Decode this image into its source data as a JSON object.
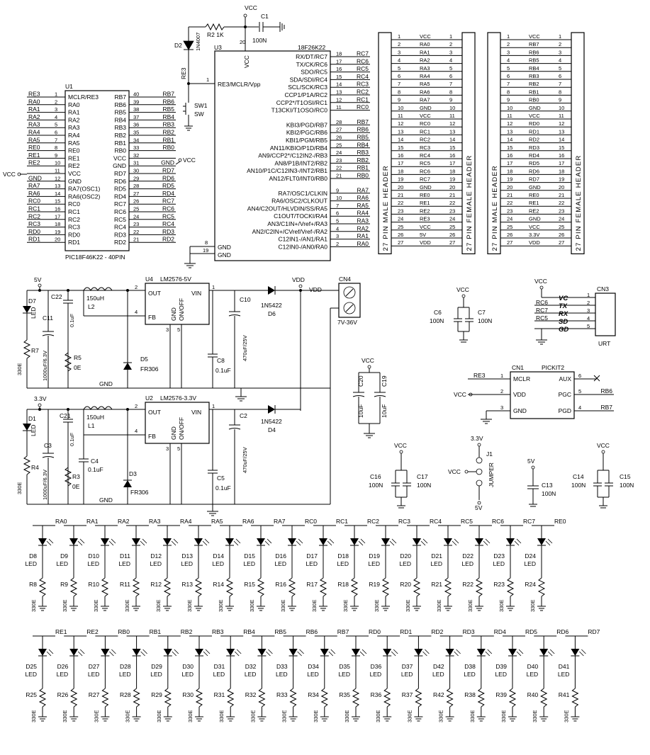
{
  "u1": {
    "ref": "U1",
    "name": "PIC18F46K22 - 40PIN",
    "left_pins": [
      {
        "num": "1",
        "name": "MCLR/RE3",
        "net": "RE3"
      },
      {
        "num": "2",
        "name": "RA0",
        "net": "RA0"
      },
      {
        "num": "3",
        "name": "RA1",
        "net": "RA1"
      },
      {
        "num": "4",
        "name": "RA2",
        "net": "RA2"
      },
      {
        "num": "5",
        "name": "RA3",
        "net": "RA3"
      },
      {
        "num": "6",
        "name": "RA4",
        "net": "RA4"
      },
      {
        "num": "7",
        "name": "RA5",
        "net": "RA5"
      },
      {
        "num": "8",
        "name": "RE0",
        "net": "RE0"
      },
      {
        "num": "9",
        "name": "RE1",
        "net": "RE1"
      },
      {
        "num": "10",
        "name": "RE2",
        "net": "RE2"
      },
      {
        "num": "11",
        "name": "VCC",
        "net": ""
      },
      {
        "num": "12",
        "name": "GND",
        "net": "GND"
      },
      {
        "num": "13",
        "name": "RA7(OSC1)",
        "net": "RA7"
      },
      {
        "num": "14",
        "name": "RA6(OSC2)",
        "net": "RA6"
      },
      {
        "num": "15",
        "name": "RC0",
        "net": "RC0"
      },
      {
        "num": "16",
        "name": "RC1",
        "net": "RC1"
      },
      {
        "num": "17",
        "name": "RC2",
        "net": "RC2"
      },
      {
        "num": "18",
        "name": "RC3",
        "net": "RC3"
      },
      {
        "num": "19",
        "name": "RD0",
        "net": "RD0"
      },
      {
        "num": "20",
        "name": "RD1",
        "net": "RD1"
      }
    ],
    "right_pins": [
      {
        "num": "40",
        "name": "RB7",
        "net": "RB7"
      },
      {
        "num": "39",
        "name": "RB6",
        "net": "RB6"
      },
      {
        "num": "38",
        "name": "RB5",
        "net": "RB5"
      },
      {
        "num": "37",
        "name": "RB4",
        "net": "RB4"
      },
      {
        "num": "36",
        "name": "RB3",
        "net": "RB3"
      },
      {
        "num": "35",
        "name": "RB2",
        "net": "RB2"
      },
      {
        "num": "34",
        "name": "RB1",
        "net": "RB1"
      },
      {
        "num": "33",
        "name": "RB0",
        "net": "RB0"
      },
      {
        "num": "32",
        "name": "VCC",
        "net": ""
      },
      {
        "num": "31",
        "name": "GND",
        "net": "GND"
      },
      {
        "num": "30",
        "name": "RD7",
        "net": "RD7"
      },
      {
        "num": "29",
        "name": "RD6",
        "net": "RD6"
      },
      {
        "num": "28",
        "name": "RD5",
        "net": "RD5"
      },
      {
        "num": "27",
        "name": "RD4",
        "net": "RD4"
      },
      {
        "num": "26",
        "name": "RC7",
        "net": "RC7"
      },
      {
        "num": "25",
        "name": "RC6",
        "net": "RC6"
      },
      {
        "num": "24",
        "name": "RC5",
        "net": "RC5"
      },
      {
        "num": "23",
        "name": "RC4",
        "net": "RC4"
      },
      {
        "num": "22",
        "name": "RD3",
        "net": "RD3"
      },
      {
        "num": "21",
        "name": "RD2",
        "net": "RD2"
      }
    ],
    "vcc_left": "VCC",
    "vcc_right": "VCC"
  },
  "u3": {
    "ref": "U3",
    "name": "18F26K22",
    "vcc_label": "VCC",
    "vcc_pin": "20",
    "re3_net": "RE3",
    "mclr_pin": "1",
    "mclr_label": "RE3/MCLR/Vpp",
    "gnd_pins": [
      {
        "num": "8",
        "name": "GND"
      },
      {
        "num": "19",
        "name": "GND"
      }
    ],
    "right_pins": [
      {
        "num": "18",
        "name": "RX/DT/RC7",
        "net": "RC7"
      },
      {
        "num": "17",
        "name": "TX/CK/RC6",
        "net": "RC6"
      },
      {
        "num": "16",
        "name": "SDO/RC5",
        "net": "RC5"
      },
      {
        "num": "15",
        "name": "SDA/SDI/RC4",
        "net": "RC4"
      },
      {
        "num": "14",
        "name": "SCL/SCK/RC3",
        "net": "RC3"
      },
      {
        "num": "13",
        "name": "CCP1/P1A/RC2",
        "net": "RC2"
      },
      {
        "num": "12",
        "name": "CCP2*/T1OSI/RC1",
        "net": "RC1"
      },
      {
        "num": "11",
        "name": "T13CKI/T1OSO/RC0",
        "net": "RC0"
      },
      {
        "num": "28",
        "name": "KBI3/PGD/RB7",
        "net": "RB7"
      },
      {
        "num": "27",
        "name": "KBI2/PGC/RB6",
        "net": "RB6"
      },
      {
        "num": "26",
        "name": "KBI1/PGM/RB5",
        "net": "RB5"
      },
      {
        "num": "25",
        "name": "AN11/KBIO/P1D/RB4",
        "net": "RB4"
      },
      {
        "num": "24",
        "name": "AN9/CCP2*/C12IN2-/RB3",
        "net": "RB3"
      },
      {
        "num": "23",
        "name": "AN8/P1B/INT2/RB2",
        "net": "RB2"
      },
      {
        "num": "22",
        "name": "AN10/P1C/C12IN3-/INT2/RB1",
        "net": "RB1"
      },
      {
        "num": "21",
        "name": "AN12/FLT0/INT0/RB0",
        "net": "RB0"
      },
      {
        "num": "9",
        "name": "RA7/OSC1/CLKIN",
        "net": "RA7"
      },
      {
        "num": "10",
        "name": "RA6/OSC2/CLKOUT",
        "net": "RA6"
      },
      {
        "num": "7",
        "name": "AN4/C2OUT/HLVDIN/SS/RA5",
        "net": "RA5"
      },
      {
        "num": "6",
        "name": "C1OUT/TOCKI/RA4",
        "net": "RA4"
      },
      {
        "num": "5",
        "name": "AN3/C1IN+/Vref+/RA3",
        "net": "RA3"
      },
      {
        "num": "4",
        "name": "AN2/C2IN+/CVref/Vref-/RA2",
        "net": "RA2"
      },
      {
        "num": "3",
        "name": "C12IN1-/AN1/RA1",
        "net": "RA1"
      },
      {
        "num": "2",
        "name": "C12IN0-/AN0/RA0",
        "net": "RA0"
      }
    ],
    "r2": "R2 1K",
    "d2": "D2",
    "d2_part": "1N4007",
    "c1": "C1",
    "c1_val": "100N",
    "sw_ref": "SW1",
    "sw_label": "SW",
    "re3_side": "RE3"
  },
  "header_male_1": {
    "label": "27 PIN MALE HEADER",
    "label_f": "27 PIN FEMALE HEADER",
    "rows": [
      [
        "1",
        "VCC",
        "1"
      ],
      [
        "2",
        "RA0",
        "2"
      ],
      [
        "3",
        "RA1",
        "3"
      ],
      [
        "4",
        "RA2",
        "4"
      ],
      [
        "5",
        "RA3",
        "5"
      ],
      [
        "6",
        "RA4",
        "6"
      ],
      [
        "7",
        "RA5",
        "7"
      ],
      [
        "8",
        "RA6",
        "8"
      ],
      [
        "9",
        "RA7",
        "9"
      ],
      [
        "10",
        "GND",
        "10"
      ],
      [
        "11",
        "VCC",
        "11"
      ],
      [
        "12",
        "RC0",
        "12"
      ],
      [
        "13",
        "RC1",
        "13"
      ],
      [
        "14",
        "RC2",
        "14"
      ],
      [
        "15",
        "RC3",
        "15"
      ],
      [
        "16",
        "RC4",
        "16"
      ],
      [
        "17",
        "RC5",
        "17"
      ],
      [
        "18",
        "RC6",
        "18"
      ],
      [
        "19",
        "RC7",
        "19"
      ],
      [
        "20",
        "GND",
        "20"
      ],
      [
        "21",
        "RE0",
        "21"
      ],
      [
        "22",
        "RE1",
        "22"
      ],
      [
        "23",
        "RE2",
        "23"
      ],
      [
        "24",
        "RE3",
        "24"
      ],
      [
        "25",
        "VCC",
        "25"
      ],
      [
        "26",
        "5V",
        "26"
      ],
      [
        "27",
        "VDD",
        "27"
      ]
    ]
  },
  "header_male_2": {
    "label": "27 PIN MALE HEADER",
    "label_f": "27 PIN FEMALE HEADER",
    "rows": [
      [
        "1",
        "VCC",
        "1"
      ],
      [
        "2",
        "RB7",
        "2"
      ],
      [
        "3",
        "RB6",
        "3"
      ],
      [
        "4",
        "RB5",
        "4"
      ],
      [
        "5",
        "RB4",
        "5"
      ],
      [
        "6",
        "RB3",
        "6"
      ],
      [
        "7",
        "RB2",
        "7"
      ],
      [
        "8",
        "RB1",
        "8"
      ],
      [
        "9",
        "RB0",
        "9"
      ],
      [
        "10",
        "GND",
        "10"
      ],
      [
        "11",
        "VCC",
        "11"
      ],
      [
        "12",
        "RD0",
        "12"
      ],
      [
        "13",
        "RD1",
        "13"
      ],
      [
        "14",
        "RD2",
        "14"
      ],
      [
        "15",
        "RD3",
        "15"
      ],
      [
        "16",
        "RD4",
        "16"
      ],
      [
        "17",
        "RD5",
        "17"
      ],
      [
        "18",
        "RD6",
        "18"
      ],
      [
        "19",
        "RD7",
        "19"
      ],
      [
        "20",
        "GND",
        "20"
      ],
      [
        "21",
        "RE0",
        "21"
      ],
      [
        "22",
        "RE1",
        "22"
      ],
      [
        "23",
        "RE2",
        "23"
      ],
      [
        "24",
        "GND",
        "24"
      ],
      [
        "25",
        "VCC",
        "25"
      ],
      [
        "26",
        "3.3V",
        "26"
      ],
      [
        "27",
        "VDD",
        "27"
      ]
    ]
  },
  "psu5": {
    "rail": "5V",
    "reg_ref": "U4",
    "reg_name": "LM2576-5V",
    "out": "OUT",
    "vin": "VIN",
    "fb": "FB",
    "gnd": "GND",
    "onoff": "ON/OFF",
    "pin1": "1",
    "pin2": "2",
    "pin3": "3",
    "pin4": "4",
    "pin5": "5",
    "l_val": "150uH",
    "l_ref": "L2",
    "c22": "C22",
    "c22_val": "0.1uF",
    "c11": "C11",
    "c11_val": "1000uF/6.3V",
    "d7": "D7",
    "d7_type": "LED",
    "r7": "R7",
    "r7_val": "330E",
    "r5": "R5",
    "r5_val": "0E",
    "d5": "D5",
    "d5_part": "FR306",
    "c8": "C8",
    "c8_val": "0.1uF",
    "c10": "C10",
    "c10_val": "470uF/25V",
    "d6": "D6",
    "d6_part": "1N5422",
    "vdd1": "VDD",
    "vdd2": "VDD",
    "cn4": "CN4",
    "cn4_val": "7V-36V",
    "gnd_label": "GND"
  },
  "psu33": {
    "rail": "3.3V",
    "reg_ref": "U2",
    "reg_name": "LM2576-3.3V",
    "out": "OUT",
    "vin": "VIN",
    "fb": "FB",
    "gnd": "GND",
    "onoff": "ON/OFF",
    "pin1": "1",
    "pin2": "2",
    "pin3": "3",
    "pin4": "4",
    "pin5": "5",
    "l_val": "150uH",
    "l_ref": "L1",
    "c21": "C21",
    "c21_val": "0.1uF",
    "c3": "C3",
    "c3_val": "1000uF/6.3V",
    "d1": "D1",
    "d1_type": "LED",
    "r4": "R4",
    "r4_val": "330E",
    "r3": "R3",
    "r3_val": "0E",
    "c4": "C4",
    "c4_val": "0.1uF",
    "d3": "D3",
    "d3_part": "FR306",
    "c5": "C5",
    "c5_val": "0.1uF",
    "c2": "C2",
    "c2_val": "470uF/25V",
    "d4": "D4",
    "d4_part": "1N5422",
    "gnd_label": "GND"
  },
  "decoup": {
    "c6_7": {
      "vcc": "VCC",
      "c6": "C6",
      "c7": "C7",
      "v6": "100N",
      "v7": "100N"
    },
    "c20_19": {
      "vcc": "VCC",
      "c20": "C20",
      "c19": "C19",
      "v20": "10uF",
      "v19": "10uF"
    },
    "c16_17": {
      "vcc": "VCC",
      "c16": "C16",
      "c17": "C17",
      "v16": "100N",
      "v17": "100N"
    },
    "c13": {
      "rail": "5V",
      "ref": "C13",
      "val": "100N"
    },
    "c14_15": {
      "vcc": "VCC",
      "c14": "C14",
      "c15": "C15",
      "v14": "100N",
      "v15": "100N"
    }
  },
  "cn3": {
    "ref": "CN3",
    "vcc": "VCC",
    "name": "URT",
    "pins": [
      {
        "num": "1",
        "label": "VC",
        "net": ""
      },
      {
        "num": "2",
        "label": "TX",
        "net": "RC6"
      },
      {
        "num": "3",
        "label": "RX",
        "net": "RC7"
      },
      {
        "num": "4",
        "label": "SD",
        "net": "RC5"
      },
      {
        "num": "5",
        "label": "GD",
        "net": ""
      }
    ]
  },
  "cn1": {
    "ref": "CN1",
    "name": "PICKIT2",
    "left": [
      {
        "num": "1",
        "name": "MCLR",
        "net": "RE3"
      },
      {
        "num": "2",
        "name": "VDD",
        "net": "VCC"
      },
      {
        "num": "3",
        "name": "GND",
        "net": ""
      }
    ],
    "right": [
      {
        "num": "6",
        "name": "AUX",
        "net": ""
      },
      {
        "num": "5",
        "name": "PGC",
        "net": "RB6"
      },
      {
        "num": "4",
        "name": "PGD",
        "net": "RB7"
      }
    ]
  },
  "j1": {
    "ref": "J1",
    "name": "JUMPER",
    "top": "3.3V",
    "mid": "VCC",
    "bot": "5V"
  },
  "leds_row1": [
    {
      "net": "RA0",
      "d": "D8",
      "r": "R8"
    },
    {
      "net": "RA1",
      "d": "D9",
      "r": "R9"
    },
    {
      "net": "RA2",
      "d": "D10",
      "r": "R10"
    },
    {
      "net": "RA3",
      "d": "D11",
      "r": "R11"
    },
    {
      "net": "RA4",
      "d": "D12",
      "r": "R12"
    },
    {
      "net": "RA5",
      "d": "D13",
      "r": "R13"
    },
    {
      "net": "RA6",
      "d": "D14",
      "r": "R14"
    },
    {
      "net": "RA7",
      "d": "D15",
      "r": "R15"
    },
    {
      "net": "RC0",
      "d": "D16",
      "r": "R16"
    },
    {
      "net": "RC1",
      "d": "D17",
      "r": "R17"
    },
    {
      "net": "RC2",
      "d": "D18",
      "r": "R18"
    },
    {
      "net": "RC3",
      "d": "D19",
      "r": "R19"
    },
    {
      "net": "RC4",
      "d": "D20",
      "r": "R20"
    },
    {
      "net": "RC5",
      "d": "D21",
      "r": "R21"
    },
    {
      "net": "RC6",
      "d": "D22",
      "r": "R22"
    },
    {
      "net": "RC7",
      "d": "D23",
      "r": "R23"
    },
    {
      "net": "RE0",
      "d": "D24",
      "r": "R24"
    }
  ],
  "leds_row2": [
    {
      "net": "RE1",
      "d": "D25",
      "r": "R25"
    },
    {
      "net": "RE2",
      "d": "D26",
      "r": "R26"
    },
    {
      "net": "RB0",
      "d": "D27",
      "r": "R27"
    },
    {
      "net": "RB1",
      "d": "D28",
      "r": "R28"
    },
    {
      "net": "RB2",
      "d": "D29",
      "r": "R29"
    },
    {
      "net": "RB3",
      "d": "D30",
      "r": "R30"
    },
    {
      "net": "RB4",
      "d": "D31",
      "r": "R31"
    },
    {
      "net": "RB5",
      "d": "D32",
      "r": "R32"
    },
    {
      "net": "RB6",
      "d": "D33",
      "r": "R33"
    },
    {
      "net": "RB7",
      "d": "D34",
      "r": "R34"
    },
    {
      "net": "RD0",
      "d": "D35",
      "r": "R35"
    },
    {
      "net": "RD1",
      "d": "D36",
      "r": "R36"
    },
    {
      "net": "RD2",
      "d": "D37",
      "r": "R37"
    },
    {
      "net": "RD3",
      "d": "D42",
      "r": "R42"
    },
    {
      "net": "RD4",
      "d": "D38",
      "r": "R38"
    },
    {
      "net": "RD5",
      "d": "D39",
      "r": "R39"
    },
    {
      "net": "RD6",
      "d": "D40",
      "r": "R40"
    },
    {
      "net": "RD7",
      "d": "D41",
      "r": "R41"
    }
  ],
  "led_type": "LED",
  "led_res": "330E"
}
